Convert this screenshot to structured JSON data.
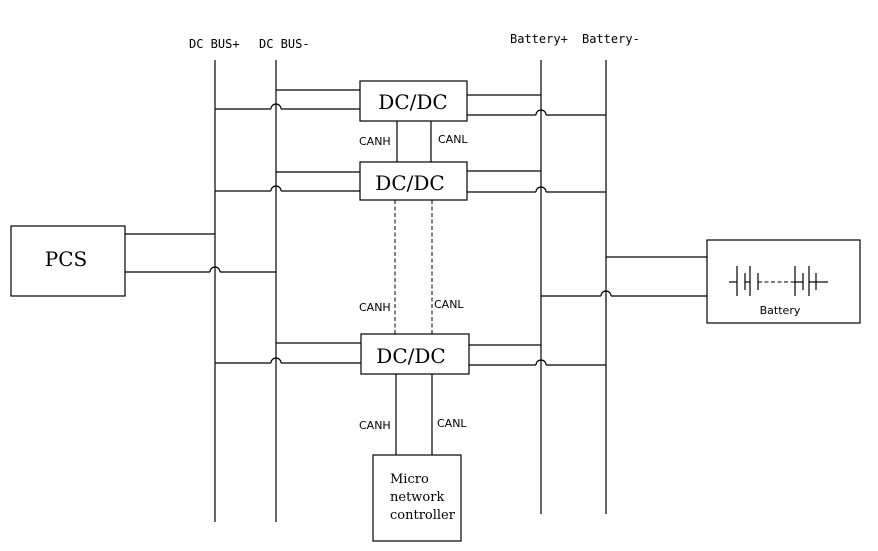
{
  "buses": {
    "dc_bus_plus": "DC BUS+",
    "dc_bus_minus": "DC BUS-",
    "battery_plus": "Battery+",
    "battery_minus": "Battery-"
  },
  "pcs": {
    "label": "PCS"
  },
  "battery": {
    "label": "Battery"
  },
  "converters": [
    {
      "label": "DC/DC"
    },
    {
      "label": "DC/DC"
    },
    {
      "label": "DC/DC"
    }
  ],
  "can_links": [
    {
      "canh": "CANH",
      "canl": "CANL"
    },
    {
      "canh": "CANH",
      "canl": "CANL"
    },
    {
      "canh": "CANH",
      "canl": "CANL"
    }
  ],
  "controller": {
    "line1": "Micro",
    "line2": "network",
    "line3": "controller"
  }
}
